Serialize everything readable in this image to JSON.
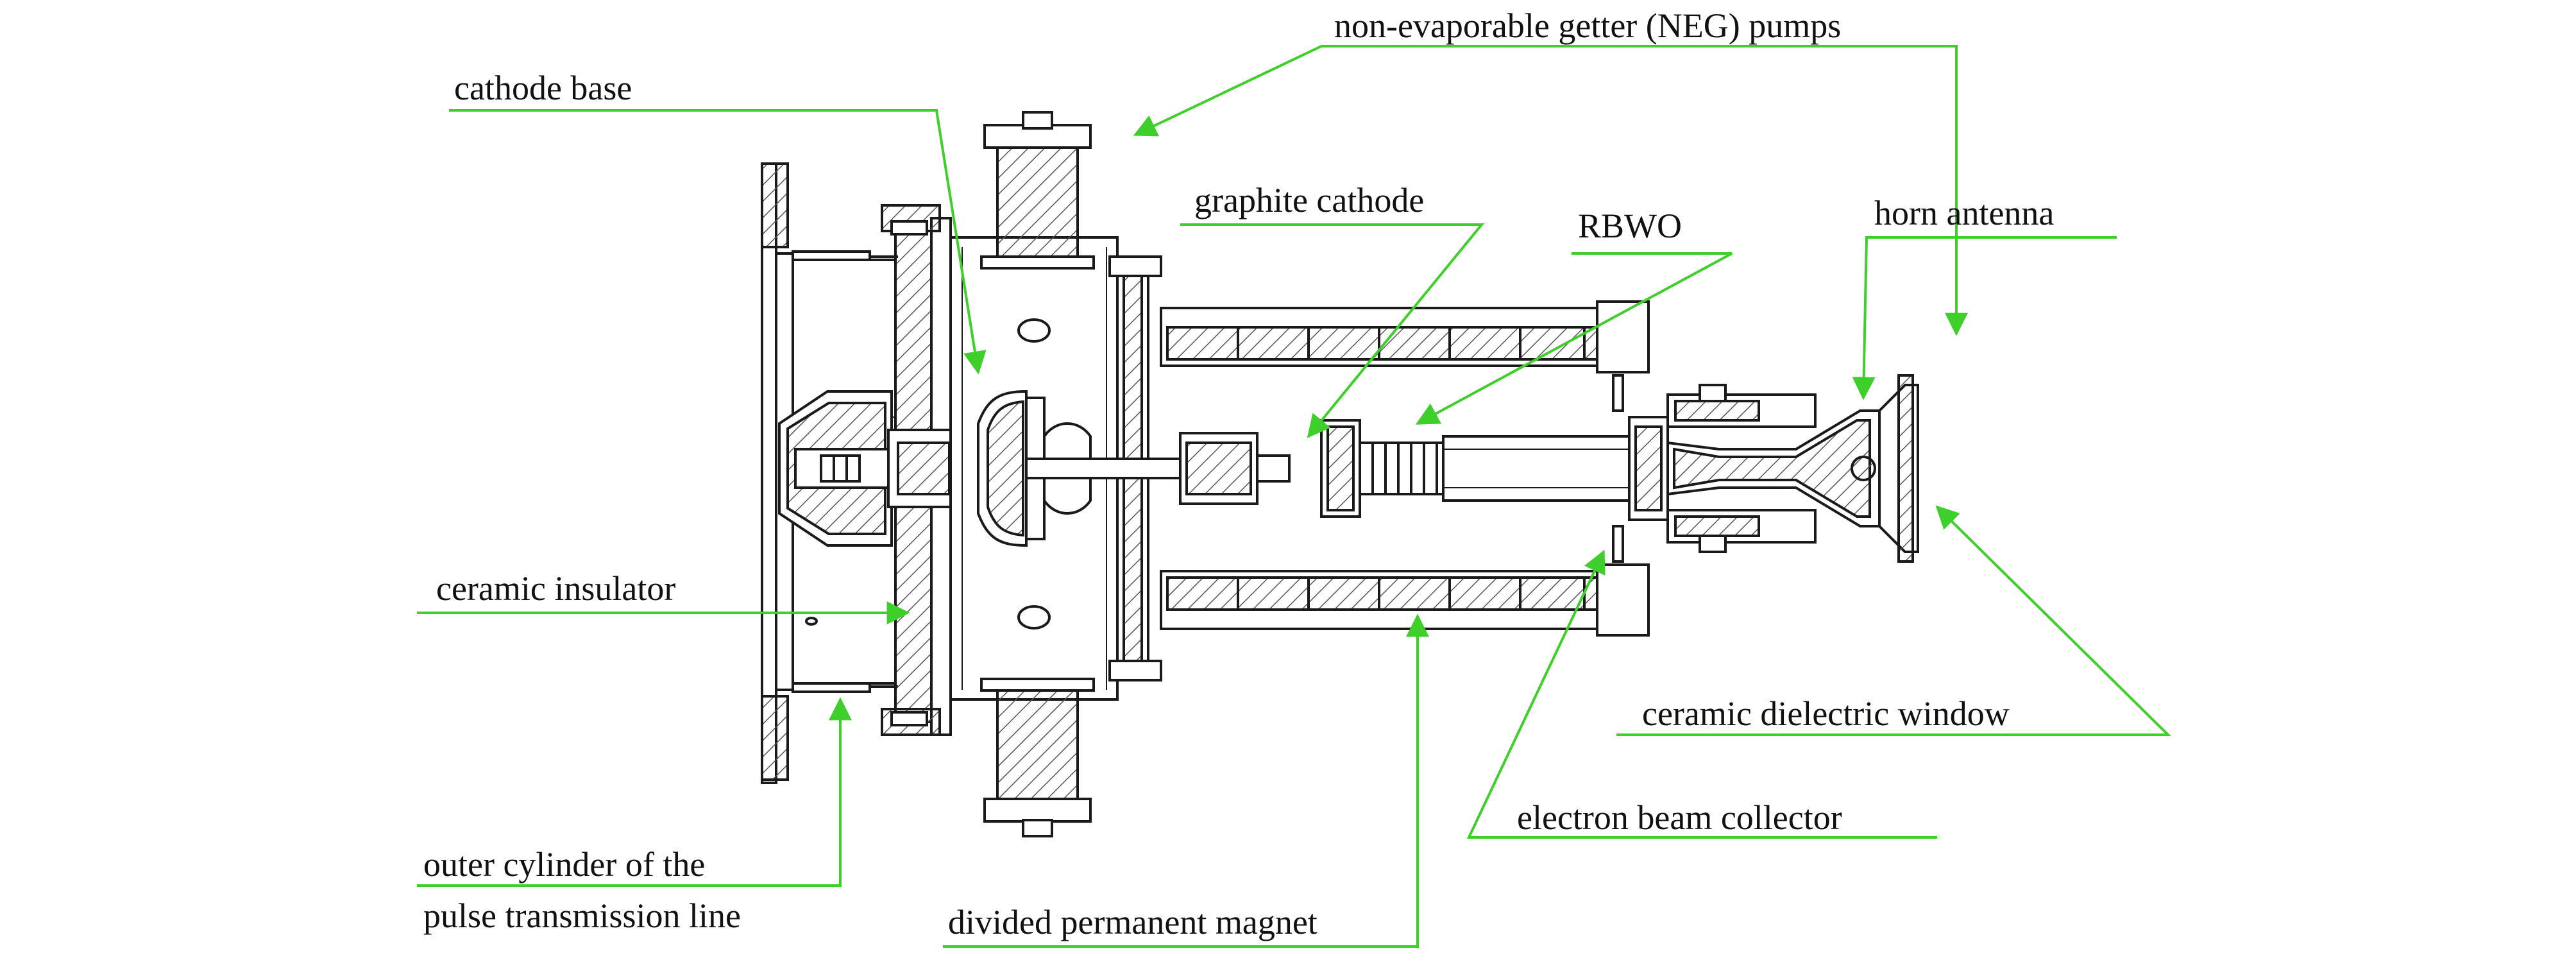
{
  "colors": {
    "leader": "#3fcf2a",
    "outline": "#1a1a1a",
    "hatch": "#555555",
    "background": "#ffffff"
  },
  "labels": {
    "neg_pumps": "non-evaporable getter (NEG) pumps",
    "cathode_base": "cathode base",
    "graphite_cathode": "graphite cathode",
    "rbwo": "RBWO",
    "horn_antenna": "horn antenna",
    "ceramic_insulator": "ceramic insulator",
    "ceramic_dielectric_window": "ceramic dielectric window",
    "electron_beam_collector": "electron beam collector",
    "outer_cylinder_line1": "outer cylinder of the",
    "outer_cylinder_line2": "pulse transmission line",
    "divided_permanent_magnet": "divided permanent magnet"
  }
}
